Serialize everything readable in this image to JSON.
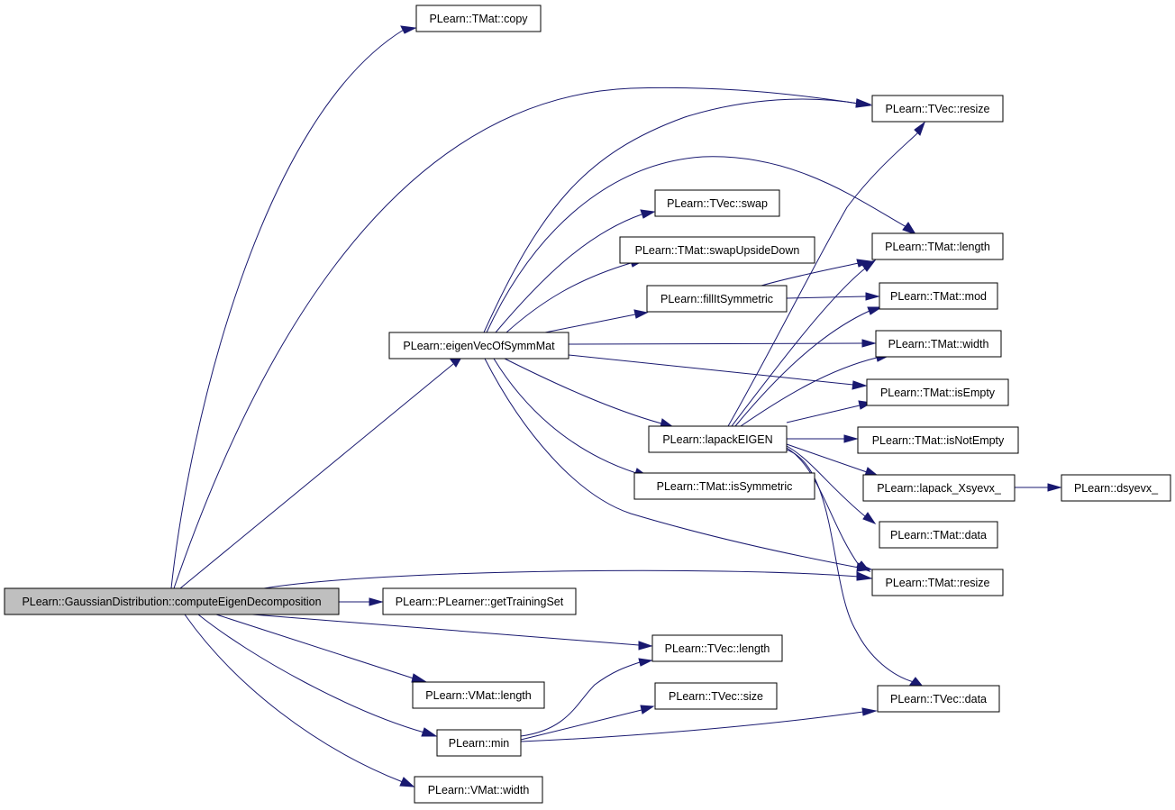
{
  "graph": {
    "root": "PLearn::GaussianDistribution::computeEigenDecomposition",
    "nodes": {
      "computeEigenDecomposition": "PLearn::GaussianDistribution::computeEigenDecomposition",
      "tmat_copy": "PLearn::TMat::copy",
      "tvec_resize": "PLearn::TVec::resize",
      "tvec_swap": "PLearn::TVec::swap",
      "tmat_swapUpsideDown": "PLearn::TMat::swapUpsideDown",
      "fillItSymmetric": "PLearn::fillItSymmetric",
      "eigenVecOfSymmMat": "PLearn::eigenVecOfSymmMat",
      "tmat_length": "PLearn::TMat::length",
      "tmat_mod": "PLearn::TMat::mod",
      "tmat_width": "PLearn::TMat::width",
      "tmat_isEmpty": "PLearn::TMat::isEmpty",
      "lapackEIGEN": "PLearn::lapackEIGEN",
      "tmat_isNotEmpty": "PLearn::TMat::isNotEmpty",
      "tmat_isSymmetric": "PLearn::TMat::isSymmetric",
      "lapack_Xsyevx_": "PLearn::lapack_Xsyevx_",
      "dsyevx_": "PLearn::dsyevx_",
      "tmat_data": "PLearn::TMat::data",
      "tmat_resize": "PLearn::TMat::resize",
      "getTrainingSet": "PLearn::PLearner::getTrainingSet",
      "tvec_length": "PLearn::TVec::length",
      "vmat_length": "PLearn::VMat::length",
      "tvec_size": "PLearn::TVec::size",
      "tvec_data": "PLearn::TVec::data",
      "min": "PLearn::min",
      "vmat_width": "PLearn::VMat::width"
    },
    "edges": [
      [
        "computeEigenDecomposition",
        "tmat_copy"
      ],
      [
        "computeEigenDecomposition",
        "tvec_resize"
      ],
      [
        "computeEigenDecomposition",
        "eigenVecOfSymmMat"
      ],
      [
        "computeEigenDecomposition",
        "tmat_resize"
      ],
      [
        "computeEigenDecomposition",
        "getTrainingSet"
      ],
      [
        "computeEigenDecomposition",
        "tvec_length"
      ],
      [
        "computeEigenDecomposition",
        "vmat_length"
      ],
      [
        "computeEigenDecomposition",
        "min"
      ],
      [
        "computeEigenDecomposition",
        "vmat_width"
      ],
      [
        "eigenVecOfSymmMat",
        "tvec_resize"
      ],
      [
        "eigenVecOfSymmMat",
        "tmat_length"
      ],
      [
        "eigenVecOfSymmMat",
        "tvec_swap"
      ],
      [
        "eigenVecOfSymmMat",
        "tmat_swapUpsideDown"
      ],
      [
        "eigenVecOfSymmMat",
        "fillItSymmetric"
      ],
      [
        "eigenVecOfSymmMat",
        "tmat_width"
      ],
      [
        "eigenVecOfSymmMat",
        "tmat_isEmpty"
      ],
      [
        "eigenVecOfSymmMat",
        "lapackEIGEN"
      ],
      [
        "eigenVecOfSymmMat",
        "tmat_isSymmetric"
      ],
      [
        "eigenVecOfSymmMat",
        "tmat_resize"
      ],
      [
        "fillItSymmetric",
        "tmat_length"
      ],
      [
        "fillItSymmetric",
        "tmat_mod"
      ],
      [
        "lapackEIGEN",
        "tvec_resize"
      ],
      [
        "lapackEIGEN",
        "tmat_length"
      ],
      [
        "lapackEIGEN",
        "tmat_mod"
      ],
      [
        "lapackEIGEN",
        "tmat_width"
      ],
      [
        "lapackEIGEN",
        "tmat_isEmpty"
      ],
      [
        "lapackEIGEN",
        "tmat_isNotEmpty"
      ],
      [
        "lapackEIGEN",
        "lapack_Xsyevx_"
      ],
      [
        "lapackEIGEN",
        "tmat_data"
      ],
      [
        "lapackEIGEN",
        "tmat_resize"
      ],
      [
        "lapackEIGEN",
        "tvec_data"
      ],
      [
        "lapack_Xsyevx_",
        "dsyevx_"
      ],
      [
        "min",
        "tvec_length"
      ],
      [
        "min",
        "tvec_size"
      ],
      [
        "min",
        "tvec_data"
      ]
    ],
    "colors": {
      "edge": "#191970",
      "root_fill": "#bfbfbf",
      "node_fill": "#ffffff",
      "node_border": "#000000"
    }
  }
}
